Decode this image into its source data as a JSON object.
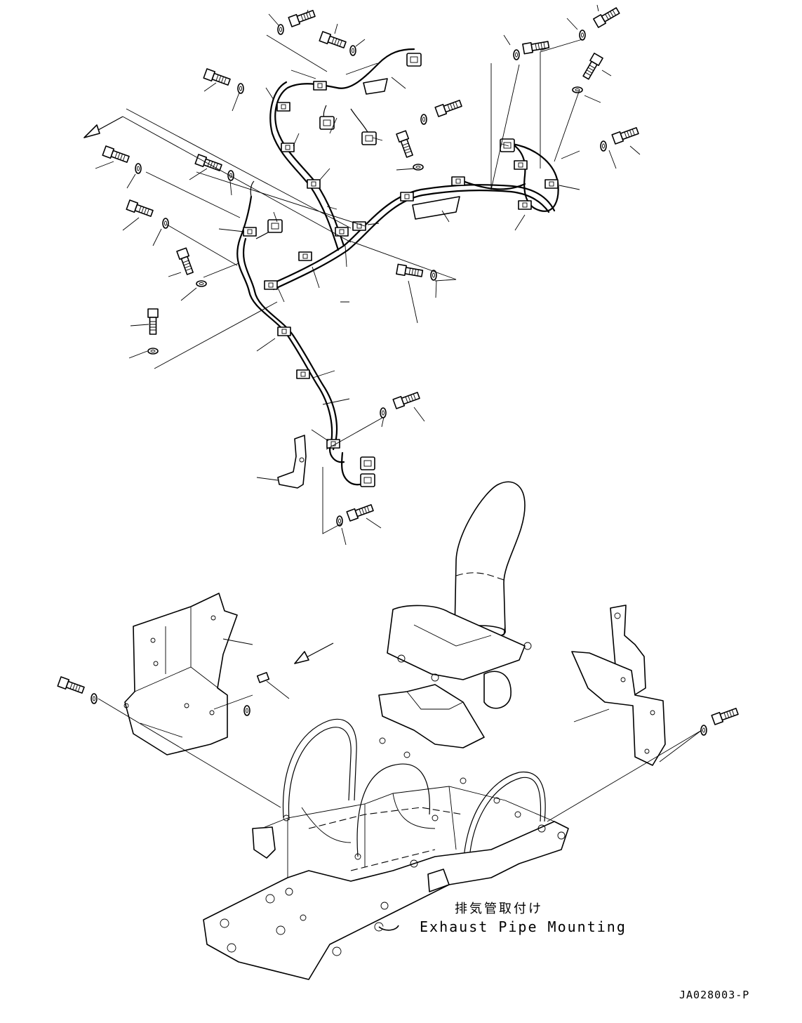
{
  "caption": {
    "japanese": "排気管取付け",
    "english": "Exhaust Pipe Mounting"
  },
  "drawing_number": "JA028003-P"
}
